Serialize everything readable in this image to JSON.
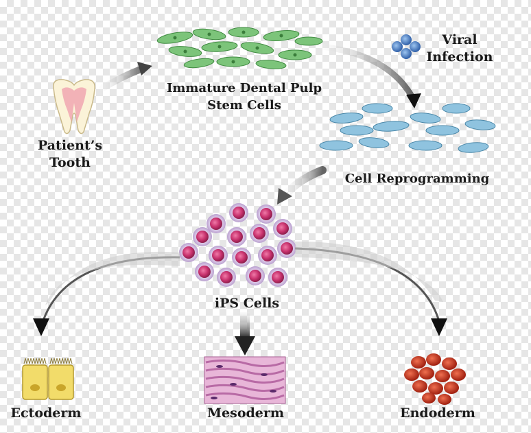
{
  "labels": {
    "patient_line1": "Patient’s",
    "patient_line2": "Tooth",
    "pulp_line1": "Immature Dental Pulp",
    "pulp_line2": "Stem Cells",
    "viral_line1": "Viral",
    "viral_line2": "Infection",
    "reprogramming": "Cell Reprogramming",
    "ips": "iPS Cells",
    "ectoderm": "Ectoderm",
    "mesoderm": "Mesoderm",
    "endoderm": "Endoderm"
  },
  "colors": {
    "pulp_cell": "#7cc47a",
    "reprog_cell": "#8fc3df",
    "ips_cell": "#c8326e",
    "virus": "#3b6fb6",
    "ectoderm_cell": "#f2dc6a",
    "mesoderm_tissue": "#d98bbf",
    "endoderm_cell": "#c8321e",
    "arrow": "#111111"
  }
}
